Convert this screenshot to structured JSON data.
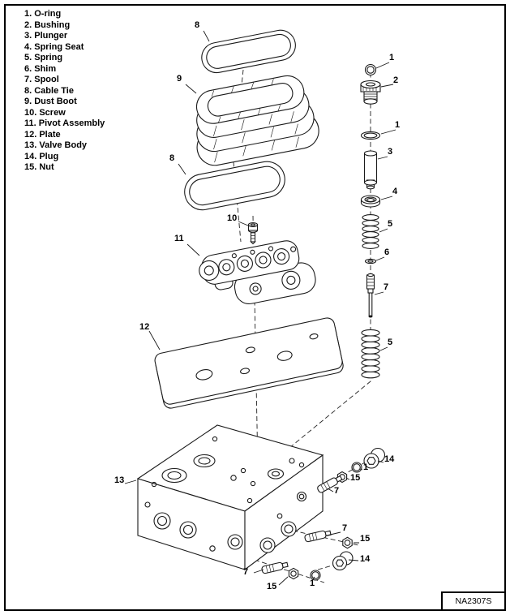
{
  "figure_code": "NA2307S",
  "colors": {
    "line": "#1a1a1a",
    "background": "#ffffff"
  },
  "parts_list": [
    "1. O-ring",
    "2. Bushing",
    "3. Plunger",
    "4. Spring Seat",
    "5. Spring",
    "6. Shim",
    "7. Spool",
    "8. Cable Tie",
    "9. Dust Boot",
    "10. Screw",
    "11. Pivot Assembly",
    "12. Plate",
    "13. Valve Body",
    "14. Plug",
    "15. Nut"
  ],
  "callouts": [
    "8",
    "1",
    "2",
    "9",
    "1",
    "3",
    "8",
    "4",
    "5",
    "10",
    "6",
    "11",
    "7",
    "12",
    "5",
    "14",
    "1",
    "15",
    "7",
    "13",
    "7",
    "15",
    "14",
    "7",
    "1",
    "15"
  ]
}
